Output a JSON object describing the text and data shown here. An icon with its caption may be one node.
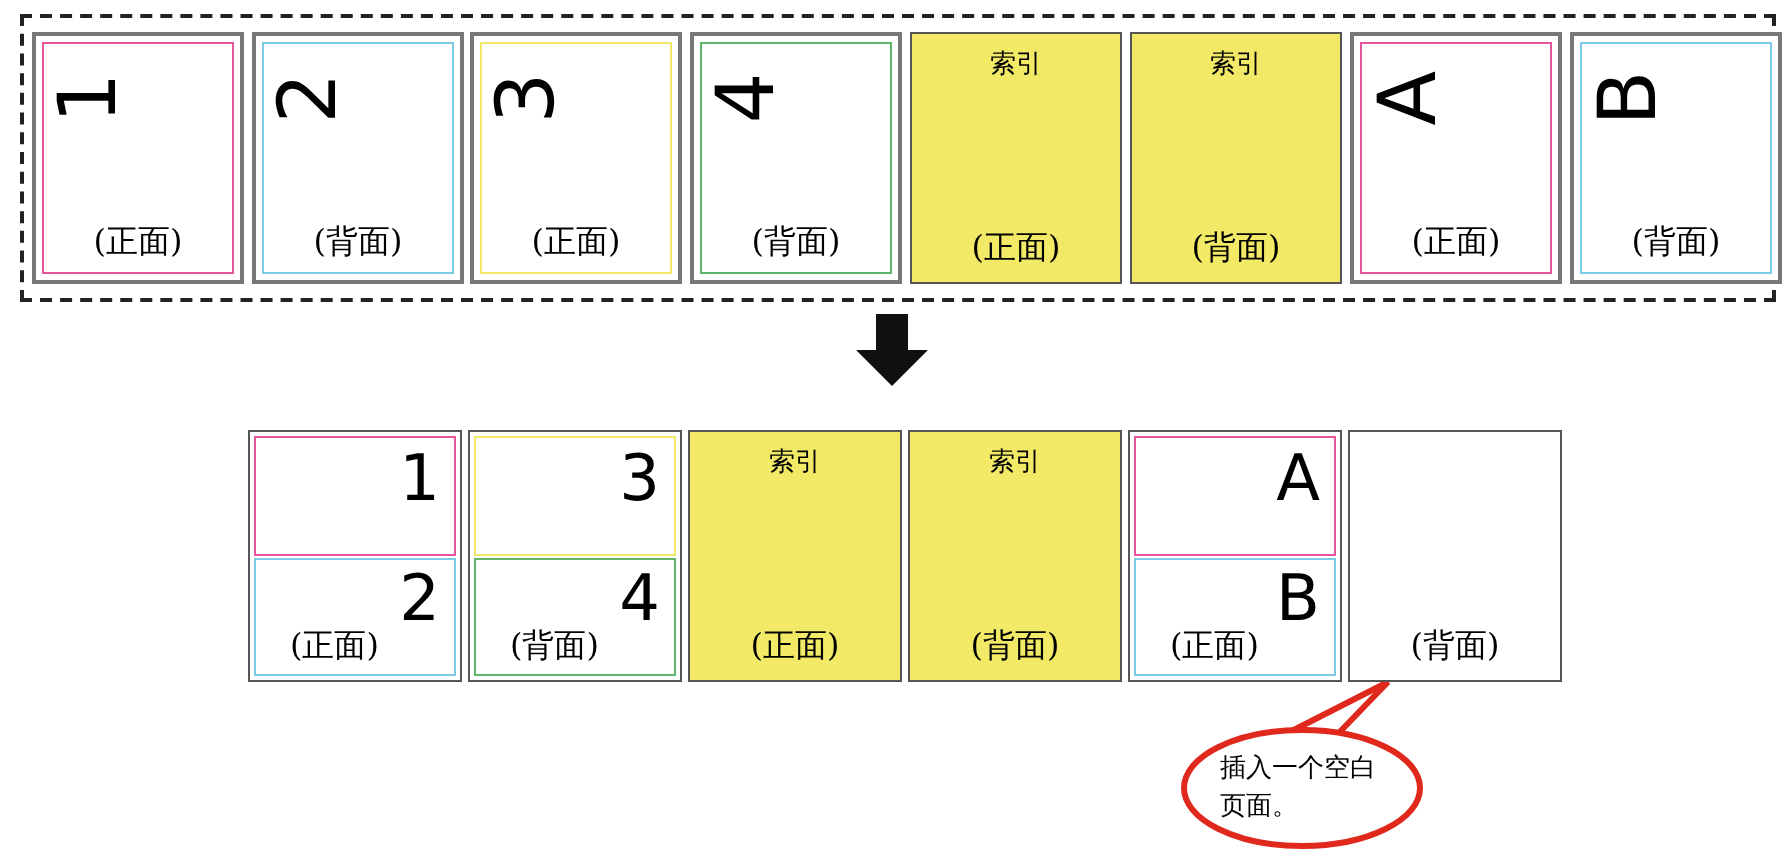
{
  "diagram": {
    "nodes": [
      {
        "text": [],
        "shape": "box"
      },
      {
        "text": [
          "1",
          "(正面)"
        ],
        "in": 0
      },
      {
        "text": [
          "2",
          "(背面)"
        ],
        "in": 0
      },
      {
        "text": [
          "3",
          "(正面)"
        ],
        "in": 0
      },
      {
        "text": [
          "4",
          "(背面)"
        ],
        "in": 0
      },
      {
        "text": [
          "索引",
          "(正面)"
        ],
        "in": 0
      },
      {
        "text": [
          "索引",
          "(背面)"
        ],
        "in": 0
      },
      {
        "text": [
          "A",
          "(正面)"
        ],
        "in": 0
      },
      {
        "text": [
          "B",
          "(背面)"
        ],
        "in": 0
      },
      {
        "text": [
          "1",
          "2",
          "(正面)"
        ]
      },
      {
        "text": [
          "3",
          "4",
          "(背面)"
        ]
      },
      {
        "text": [
          "索引",
          "(正面)"
        ]
      },
      {
        "text": [
          "索引",
          "(背面)"
        ]
      },
      {
        "text": [
          "A",
          "B",
          "(正面)"
        ]
      },
      {
        "text": [
          "(背面)"
        ]
      },
      {
        "text": [
          "插入一个空白页面。"
        ]
      }
    ],
    "edges": [
      {
        "from": 15,
        "to": 14,
        "arrow": "none"
      },
      {
        "from": 0,
        "to": null,
        "arrow": "to",
        "style": "thick"
      }
    ]
  }
}
